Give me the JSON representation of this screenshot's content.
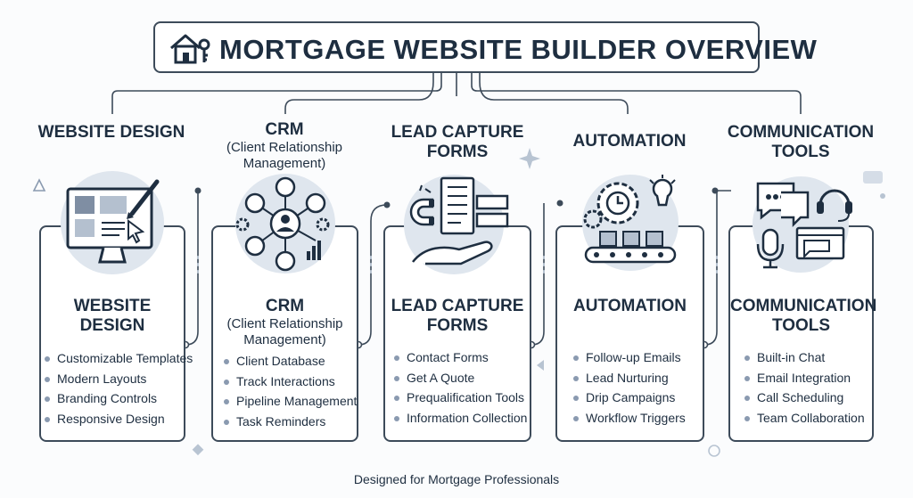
{
  "title": "MORTGAGE WEBSITE BUILDER OVERVIEW",
  "footer": "Designed for Mortgage Professionals",
  "colors": {
    "ink": "#1e2e40",
    "border": "#3d4b5a",
    "circle_bg": "#dfe6ee",
    "accent": "#8a9ab0"
  },
  "columns": [
    {
      "heading": "WEBSITE DESIGN",
      "subtitle": "",
      "icon": "monitor-design-icon",
      "items": [
        "Customizable Templates",
        "Modern Layouts",
        "Branding Controls",
        "Responsive Design"
      ]
    },
    {
      "heading": "CRM",
      "subtitle": "(Client Relationship Management)",
      "icon": "crm-network-icon",
      "items": [
        "Client Database",
        "Track Interactions",
        "Pipeline Management",
        "Task Reminders"
      ]
    },
    {
      "heading": "LEAD CAPTURE FORMS",
      "subtitle": "",
      "icon": "magnet-form-icon",
      "items": [
        "Contact Forms",
        "Get A Quote",
        "Prequalification Tools",
        "Information Collection"
      ]
    },
    {
      "heading": "AUTOMATION",
      "subtitle": "",
      "icon": "gear-conveyor-icon",
      "items": [
        "Follow-up Emails",
        "Lead Nurturing",
        "Drip Campaigns",
        "Workflow Triggers"
      ]
    },
    {
      "heading": "COMMUNICATION TOOLS",
      "subtitle": "",
      "icon": "chat-headset-icon",
      "items": [
        "Built-in Chat",
        "Email Integration",
        "Call Scheduling",
        "Team Collaboration"
      ]
    }
  ]
}
